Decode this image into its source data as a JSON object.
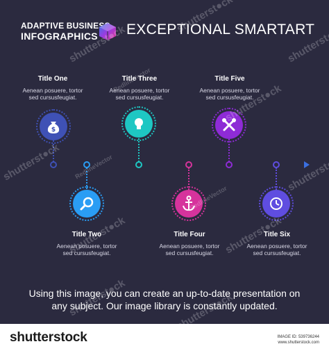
{
  "header": {
    "brand_line1": "ADAPTIVE BUSINESS",
    "brand_line2": "INFOGRAPHICS",
    "title": "EXCEPTIONAL SMARTART"
  },
  "timeline": {
    "items": [
      {
        "title": "Title One",
        "text_line1": "Aenean posuere, tortor",
        "text_line2": "sed cursusfeugiat.",
        "icon": "money-bag-icon",
        "color": "#3f51b5"
      },
      {
        "title": "Title Two",
        "text_line1": "Aenean posuere, tortor",
        "text_line2": "sed cursusfeugiat.",
        "icon": "magnifier-icon",
        "color": "#2a9df4"
      },
      {
        "title": "Title Three",
        "text_line1": "Aenean posuere, tortor",
        "text_line2": "sed cursusfeugiat.",
        "icon": "lightbulb-icon",
        "color": "#1ec7c3"
      },
      {
        "title": "Title Four",
        "text_line1": "Aenean posuere, tortor",
        "text_line2": "sed cursusfeugiat.",
        "icon": "anchor-icon",
        "color": "#d6339c"
      },
      {
        "title": "Title Five",
        "text_line1": "Aenean posuere, tortor",
        "text_line2": "sed cursusfeugiat.",
        "icon": "tools-icon",
        "color": "#8e2bd6"
      },
      {
        "title": "Title Six",
        "text_line1": "Aenean posuere, tortor",
        "text_line2": "sed cursusfeugiat.",
        "icon": "clock-icon",
        "color": "#5f4de0"
      }
    ]
  },
  "caption": {
    "line1": "Using this image, you can create an up-to-date presentation on",
    "line2": "any subject. Our image library is constantly updated."
  },
  "footer": {
    "logo": "shutterstock",
    "image_id": "IMAGE ID: 539736244",
    "site": "www.shutterstock.com"
  },
  "watermark": {
    "shutterstock": "shutterst●ck",
    "author": "RedlineVector"
  }
}
